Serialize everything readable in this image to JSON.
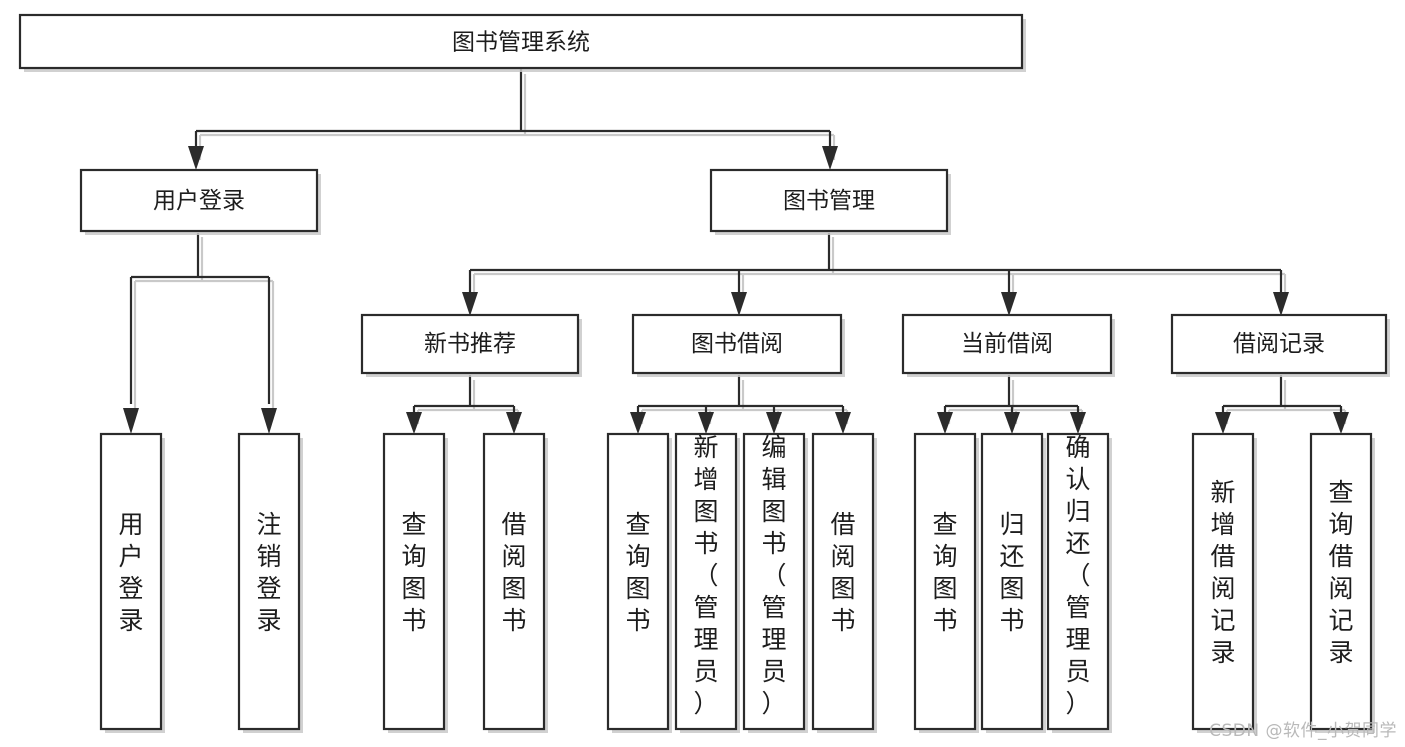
{
  "diagram": {
    "title": "图书管理系统",
    "type": "tree",
    "watermark": "CSDN @软件_小贺同学",
    "colors": {
      "box_stroke": "#2b2b2b",
      "box_fill": "#ffffff",
      "text": "#1d1d1d",
      "shadow": "#c9c9c9",
      "watermark": "#b9b9b9",
      "background": "#ffffff"
    },
    "nodes": {
      "root": {
        "label": "图书管理系统",
        "orientation": "horizontal"
      },
      "level1": [
        {
          "label": "用户登录",
          "orientation": "horizontal"
        },
        {
          "label": "图书管理",
          "orientation": "horizontal"
        }
      ],
      "level2": [
        {
          "label": "新书推荐",
          "orientation": "horizontal"
        },
        {
          "label": "图书借阅",
          "orientation": "horizontal"
        },
        {
          "label": "当前借阅",
          "orientation": "horizontal"
        },
        {
          "label": "借阅记录",
          "orientation": "horizontal"
        }
      ],
      "leaves": [
        {
          "label": "用户登录",
          "orientation": "vertical",
          "parent": "用户登录"
        },
        {
          "label": "注销登录",
          "orientation": "vertical",
          "parent": "用户登录"
        },
        {
          "label": "查询图书",
          "orientation": "vertical",
          "parent": "新书推荐"
        },
        {
          "label": "借阅图书",
          "orientation": "vertical",
          "parent": "新书推荐"
        },
        {
          "label": "查询图书",
          "orientation": "vertical",
          "parent": "图书借阅"
        },
        {
          "label": "新增图书（管理员）",
          "orientation": "vertical",
          "parent": "图书借阅"
        },
        {
          "label": "编辑图书（管理员）",
          "orientation": "vertical",
          "parent": "图书借阅"
        },
        {
          "label": "借阅图书",
          "orientation": "vertical",
          "parent": "图书借阅"
        },
        {
          "label": "查询图书",
          "orientation": "vertical",
          "parent": "当前借阅"
        },
        {
          "label": "归还图书",
          "orientation": "vertical",
          "parent": "当前借阅"
        },
        {
          "label": "确认归还（管理员）",
          "orientation": "vertical",
          "parent": "当前借阅"
        },
        {
          "label": "新增借阅记录",
          "orientation": "vertical",
          "parent": "借阅记录"
        },
        {
          "label": "查询借阅记录",
          "orientation": "vertical",
          "parent": "借阅记录"
        }
      ]
    }
  }
}
